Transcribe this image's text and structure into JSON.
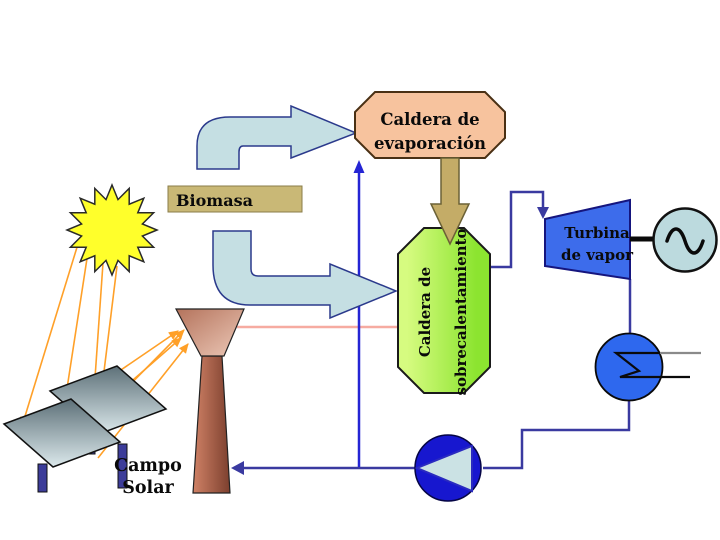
{
  "labels": {
    "evaporator": {
      "line1": "Caldera de",
      "line2": "evaporación"
    },
    "superheater": {
      "line1": "Caldera de",
      "line2": "sobrecalentamiento"
    },
    "turbine": {
      "line1": "Turbina",
      "line2": "de vapor"
    },
    "biomass": "Biomasa",
    "solar_field": {
      "line1": "Campo",
      "line2": "Solar"
    }
  },
  "colors": {
    "evaporator_fill": "#f7c39e",
    "evaporator_border": "#4a3014",
    "biomass_fill": "#c9b876",
    "superheater_light": "#d6fb80",
    "superheater_dark": "#8ce430",
    "turbine_fill": "#3d6ceb",
    "generator_fill": "#bcdade",
    "condenser_fill": "#2e68ee",
    "pump_fill": "#1717cf",
    "pump_triangle_fill": "#cbe2e4",
    "sun_fill": "#ffff2b",
    "ray_stroke": "#ffa028",
    "panel_dark": "#5d7078",
    "panel_light": "#dce9ec",
    "leg_fill": "#3c3c99",
    "tower_cap_dark": "#b4735c",
    "tower_cap_light": "#edc9b8",
    "tower_shaft_light": "#d08266",
    "tower_shaft_dark": "#7c3f2e",
    "cyan_arrow_fill": "#c5dfe3",
    "cyan_arrow_border": "#2b3a8c",
    "tan_arrow_fill": "#c4ac67",
    "pipe_navy": "#3a3aa0",
    "pipe_blue": "#2525d4",
    "pink_line": "#f6aba1",
    "gray_line": "#8a8a8a"
  }
}
